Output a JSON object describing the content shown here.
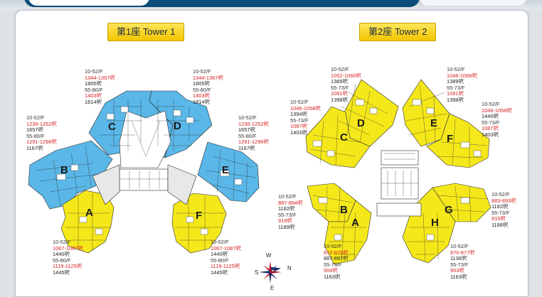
{
  "header": {},
  "towers": {
    "t1": {
      "title": "第1座 Tower 1"
    },
    "t2": {
      "title": "第2座 Tower 2"
    }
  },
  "colors": {
    "blue": "#5ab7e8",
    "yellow": "#f5e81a",
    "red": "#d62020",
    "banner": "#f2c500"
  },
  "t1_blocks": [
    "A",
    "B",
    "C",
    "D",
    "E",
    "F"
  ],
  "t2_blocks": [
    "A",
    "B",
    "C",
    "D",
    "E",
    "F",
    "G",
    "H"
  ],
  "info": {
    "t1_cd_left": {
      "a": "10-52/F",
      "b": "1344-1367呎",
      "c": "1805呎",
      "d": "55-80/F",
      "e": "1403呎",
      "f": "1814呎"
    },
    "t1_cd_right": {
      "a": "10-52/F",
      "b": "1344-1367呎",
      "c": "1805呎",
      "d": "55-80/F",
      "e": "1403呎",
      "f": "1814呎"
    },
    "t1_b": {
      "a": "10-52/F",
      "b": "1236-1252呎",
      "c": "1657呎",
      "d": "55-80/F",
      "e": "1291-1296呎",
      "f": "1167呎"
    },
    "t1_e": {
      "a": "10-52/F",
      "b": "1236-1252呎",
      "c": "1657呎",
      "d": "55-80/F",
      "e": "1291-1296呎",
      "f": "1167呎"
    },
    "t1_a": {
      "a": "10-52/F",
      "b": "1067-1087呎",
      "c": "1440呎",
      "d": "55-80/F",
      "e": "1119-1125呎",
      "f": "1445呎"
    },
    "t1_f": {
      "a": "10-52/F",
      "b": "1067-1087呎",
      "c": "1440呎",
      "d": "55-80/F",
      "e": "1119-1125呎",
      "f": "1445呎"
    },
    "t2_d": {
      "a": "10-52/F",
      "b": "1052-1060呎",
      "c": "1389呎",
      "d": "55-73/F",
      "e": "1091呎",
      "f": "1398呎"
    },
    "t2_e": {
      "a": "10-52/F",
      "b": "1046-1068呎",
      "c": "1389呎",
      "d": "55-73/F",
      "e": "1091呎",
      "f": "1398呎"
    },
    "t2_c": {
      "a": "10-52/F",
      "b": "1046-1058呎",
      "c": "1394呎",
      "d": "55-73/F",
      "e": "1087呎",
      "f": "1403呎"
    },
    "t2_f": {
      "a": "10-52/F",
      "b": "1046-1058呎",
      "c": "1440呎",
      "d": "55-73/F",
      "e": "1087呎",
      "f": "1403呎"
    },
    "t2_b": {
      "a": "10-52/F",
      "b": "887-894呎",
      "c": "1182呎",
      "d": "55-73/F",
      "e": "919呎",
      "f": "1189呎"
    },
    "t2_g": {
      "a": "10-52/F",
      "b": "883-893呎",
      "c": "1182呎",
      "d": "55-73/F",
      "e": "915呎",
      "f": "1188呎"
    },
    "t2_a": {
      "a": "10-52/F",
      "b": "872-879呎",
      "c": "887-897呎",
      "d": "55-73/F",
      "e": "904呎",
      "f": "1163呎"
    },
    "t2_h": {
      "a": "10-52/F",
      "b": "870-877呎",
      "c": "1136呎",
      "d": "55-73/F",
      "e": "903呎",
      "f": "1163呎"
    }
  },
  "compass": {
    "w": "W",
    "n": "N",
    "s": "S",
    "e": "E"
  }
}
